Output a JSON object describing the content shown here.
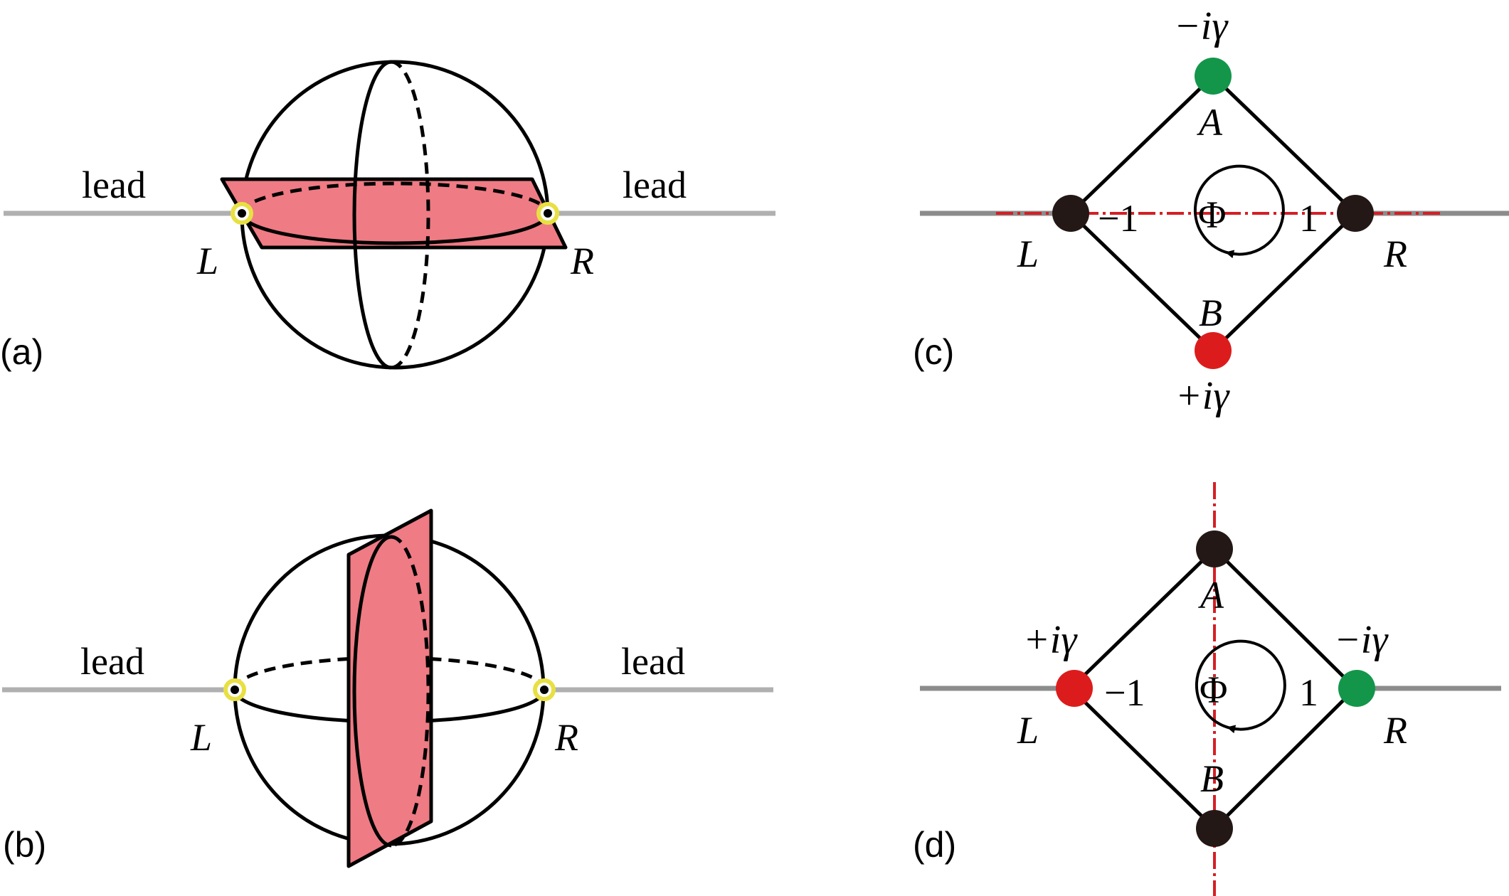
{
  "panel_a": {
    "tag": "(a)",
    "lead_left": "lead",
    "lead_right": "lead",
    "site_left": "L",
    "site_right": "R"
  },
  "panel_b": {
    "tag": "(b)",
    "lead_left": "lead",
    "lead_right": "lead",
    "site_left": "L",
    "site_right": "R"
  },
  "panel_c": {
    "tag": "(c)",
    "site_top_potential": "−iγ",
    "site_top": "A",
    "site_bottom": "B",
    "site_bottom_potential": "+iγ",
    "site_left": "L",
    "site_right": "R",
    "coupling_left": "−1",
    "coupling_right": "1",
    "flux": "Φ"
  },
  "panel_d": {
    "tag": "(d)",
    "site_top": "A",
    "site_bottom": "B",
    "site_left": "L",
    "site_right": "R",
    "site_left_potential": "+iγ",
    "site_right_potential": "−iγ",
    "coupling_left": "−1",
    "coupling_right": "1",
    "flux": "Φ"
  },
  "colors": {
    "plane_fill": "#ef7b84",
    "lead_line": "#b0b0b0",
    "lead_line_dark": "#8c8c8c",
    "site_ring": "#e8e043",
    "site_dark": "#231815",
    "site_gain": "#dc1c1c",
    "site_loss": "#13964a",
    "mirror_axis": "#d41f26"
  }
}
